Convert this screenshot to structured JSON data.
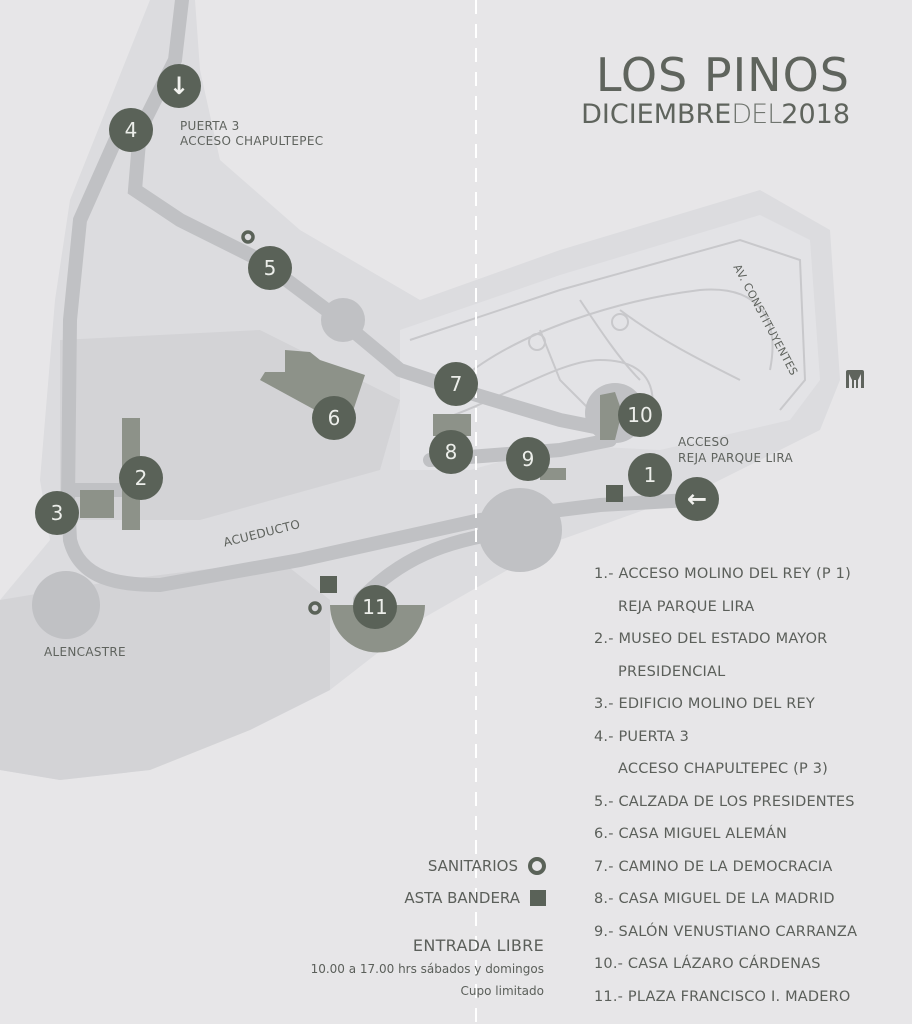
{
  "title": {
    "main": "LOS PINOS",
    "sub_bold_1": "DICIEMBRE",
    "sub_thin": "DEL",
    "sub_bold_2": "2018"
  },
  "colors": {
    "background": "#e7e6e8",
    "marker": "#5a6258",
    "building": "#8d9289",
    "road": "#c2c3c6",
    "terrain": "#d5d5d8"
  },
  "map": {
    "markers": [
      {
        "id": "1",
        "label": "1"
      },
      {
        "id": "2",
        "label": "2"
      },
      {
        "id": "3",
        "label": "3"
      },
      {
        "id": "4",
        "label": "4"
      },
      {
        "id": "5",
        "label": "5"
      },
      {
        "id": "6",
        "label": "6"
      },
      {
        "id": "7",
        "label": "7"
      },
      {
        "id": "8",
        "label": "8"
      },
      {
        "id": "9",
        "label": "9"
      },
      {
        "id": "10",
        "label": "10"
      },
      {
        "id": "11",
        "label": "11"
      }
    ],
    "entrances": [
      {
        "icon": "arrow-down-icon",
        "glyph": "↓"
      },
      {
        "icon": "arrow-left-icon",
        "glyph": "←"
      }
    ],
    "labels": {
      "puerta3_line1": "PUERTA 3",
      "puerta3_line2": "ACCESO CHAPULTEPEC",
      "acceso_line1": "ACCESO",
      "acceso_line2": "REJA PARQUE LIRA",
      "av_constituyentes": "AV. CONSTITUYENTES",
      "acueducto": "ACUEDUCTO",
      "alencastre": "ALENCASTRE"
    },
    "metro_icon": "metro-icon"
  },
  "legend": {
    "items": [
      {
        "text": "1.- ACCESO MOLINO DEL REY (P 1)",
        "cont": false
      },
      {
        "text": "REJA PARQUE LIRA",
        "cont": true
      },
      {
        "text": "2.- MUSEO DEL ESTADO MAYOR",
        "cont": false
      },
      {
        "text": "PRESIDENCIAL",
        "cont": true
      },
      {
        "text": "3.- EDIFICIO MOLINO DEL REY",
        "cont": false
      },
      {
        "text": "4.- PUERTA 3",
        "cont": false
      },
      {
        "text": "ACCESO CHAPULTEPEC (P 3)",
        "cont": true
      },
      {
        "text": "5.- CALZADA DE LOS PRESIDENTES",
        "cont": false
      },
      {
        "text": "6.- CASA MIGUEL ALEMÁN",
        "cont": false
      },
      {
        "text": "7.- CAMINO DE LA DEMOCRACIA",
        "cont": false
      },
      {
        "text": "8.- CASA MIGUEL DE LA MADRID",
        "cont": false
      },
      {
        "text": "9.- SALÓN VENUSTIANO CARRANZA",
        "cont": false
      },
      {
        "text": "10.- CASA LÁZARO CÁRDENAS",
        "cont": false
      },
      {
        "text": "11.- PLAZA FRANCISCO I. MADERO",
        "cont": false
      }
    ]
  },
  "keys": {
    "sanitarios": "SANITARIOS",
    "asta_bandera": "ASTA BANDERA"
  },
  "info": {
    "heading": "ENTRADA LIBRE",
    "hours": "10.00 a 17.00 hrs sábados y domingos",
    "note": "Cupo limitado"
  }
}
